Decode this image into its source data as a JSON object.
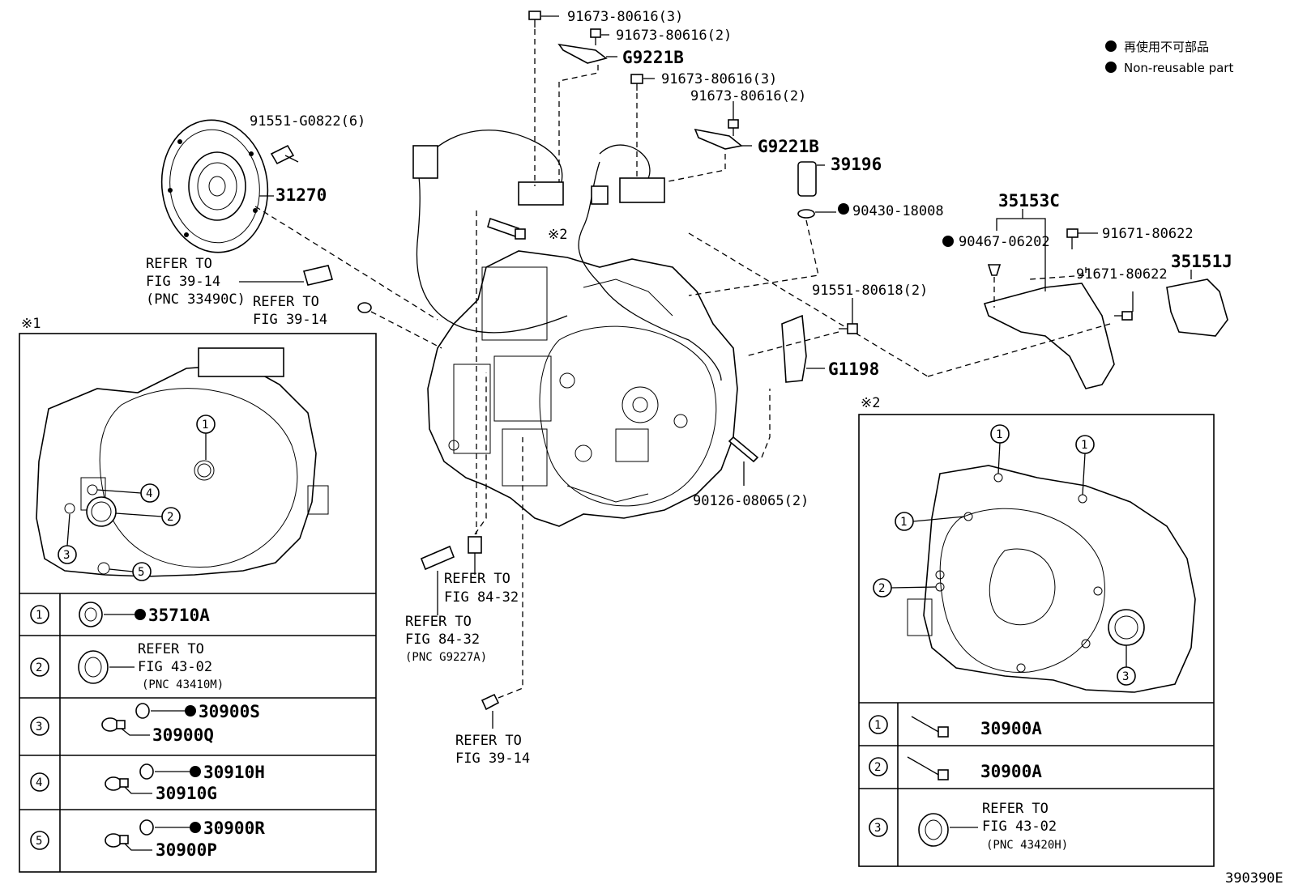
{
  "legend": {
    "ja": "再使用不可部品",
    "en": "Non-reusable part"
  },
  "drawing_id": "390390E",
  "insets": {
    "left_mark": "※1",
    "right_mark": "※2",
    "ref_mark": "※2"
  },
  "callouts": {
    "bolt_top_1": "91673-80616(3)",
    "bolt_top_2": "91673-80616(2)",
    "bracket_top": "G9221B",
    "bolt_mid_1": "91673-80616(3)",
    "bolt_mid_2": "91673-80616(2)",
    "bracket_mid": "G9221B",
    "sensor": "39196",
    "gasket": "90430-18008",
    "bolt_flywheel": "91551-G0822(6)",
    "flywheel": "31270",
    "refer_39_14_a_1": "REFER TO",
    "refer_39_14_a_2": "FIG 39-14",
    "refer_39_14_a_3": "(PNC 33490C)",
    "refer_39_14_b_1": "REFER TO",
    "refer_39_14_b_2": "FIG 39-14",
    "bracket_assy": "35153C",
    "bolt_35153c_1": "91671-80622",
    "bolt_35153c_2": "91671-80622",
    "clip": "90467-06202",
    "bracket_35151j": "35151J",
    "bolt_g1198": "91551-80618(2)",
    "plate": "G1198",
    "stud": "90126-08065(2)",
    "refer_84_32_a_1": "REFER TO",
    "refer_84_32_a_2": "FIG 84-32",
    "refer_84_32_b_1": "REFER TO",
    "refer_84_32_b_2": "FIG 84-32",
    "refer_84_32_b_3": "(PNC G9227A)",
    "refer_39_14_c_1": "REFER TO",
    "refer_39_14_c_2": "FIG 39-14"
  },
  "left_table": {
    "circles": [
      "1",
      "2",
      "3",
      "4",
      "5"
    ],
    "row1_part": "35710A",
    "row2_ref_1": "REFER TO",
    "row2_ref_2": "FIG 43-02",
    "row2_ref_3": "(PNC 43410M)",
    "row3_a": "30900S",
    "row3_b": "30900Q",
    "row4_a": "30910H",
    "row4_b": "30910G",
    "row5_a": "30900R",
    "row5_b": "30900P"
  },
  "right_table": {
    "circles": [
      "1",
      "2",
      "3"
    ],
    "row1_part": "30900A",
    "row2_part": "30900A",
    "row3_ref_1": "REFER TO",
    "row3_ref_2": "FIG 43-02",
    "row3_ref_3": "(PNC 43420H)"
  }
}
